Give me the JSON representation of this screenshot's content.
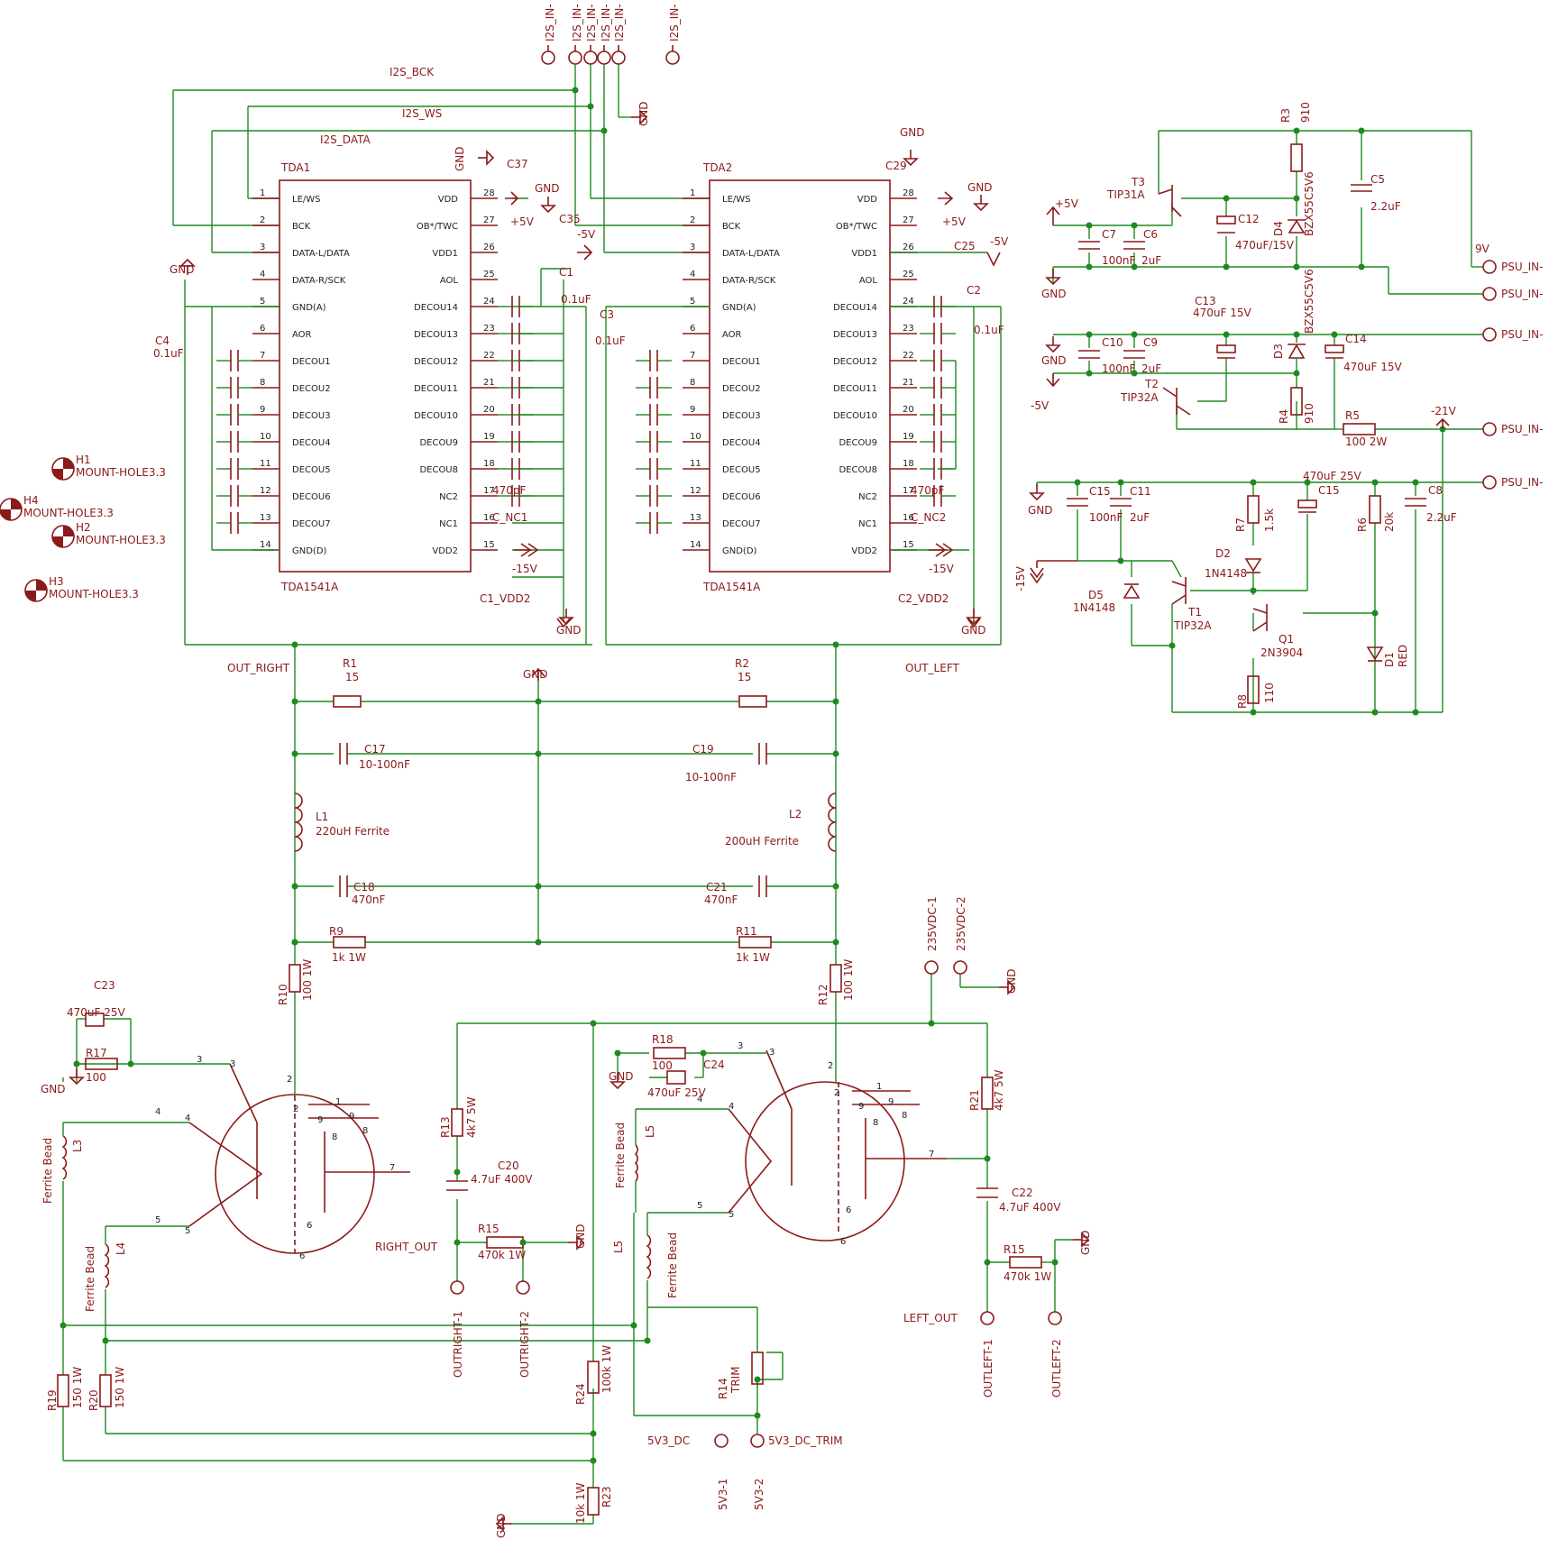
{
  "colors": {
    "symbol": "#8b1a1a",
    "wire": "#1f8a1f",
    "background": "#ffffff"
  },
  "i2s": [
    "I2S_IN-",
    "I2S_IN-",
    "I2S_IN-",
    "I2S_IN-",
    "I2S_IN-",
    "I2S_IN-"
  ],
  "nets": {
    "bck": "I2S_BCK",
    "ws": "I2S_WS",
    "data": "I2S_DATA",
    "out_right": "OUT_RIGHT",
    "out_left": "OUT_LEFT",
    "right_out": "RIGHT_OUT",
    "left_out": "LEFT_OUT"
  },
  "power": {
    "gnd": "GND",
    "p5v": "+5V",
    "m5v": "-5V",
    "m15v": "-15V",
    "m21v": "-21V",
    "v9": "9V"
  },
  "tda_pins_left": [
    "LE/WS",
    "BCK",
    "DATA-L/DATA",
    "DATA-R/SCK",
    "GND(A)",
    "AOR",
    "DECOU1",
    "DECOU2",
    "DECOU3",
    "DECOU4",
    "DECOU5",
    "DECOU6",
    "DECOU7",
    "GND(D)"
  ],
  "tda_pins_right": [
    "VDD",
    "OB*/TWC",
    "VDD1",
    "AOL",
    "DECOU14",
    "DECOU13",
    "DECOU12",
    "DECOU11",
    "DECOU10",
    "DECOU9",
    "DECOU8",
    "NC2",
    "NC1",
    "VDD2"
  ],
  "tda_pin_nums_left": [
    "1",
    "2",
    "3",
    "4",
    "5",
    "6",
    "7",
    "8",
    "9",
    "10",
    "11",
    "12",
    "13",
    "14"
  ],
  "tda_pin_nums_right": [
    "28",
    "27",
    "26",
    "25",
    "24",
    "23",
    "22",
    "21",
    "20",
    "19",
    "18",
    "17",
    "16",
    "15"
  ],
  "tda1": {
    "name": "TDA1",
    "value": "TDA1541A"
  },
  "tda2": {
    "name": "TDA2",
    "value": "TDA1541A"
  },
  "tda_caps": {
    "c37": "C37",
    "c35": "C35",
    "c1": "C1",
    "c1v": "0.1uF",
    "c3": "C3",
    "c3v": "0.1uF",
    "c4": "C4",
    "c4v": "0.1uF",
    "c1vdd2": "C1_VDD2",
    "c1nc1": "C_NC1",
    "c470p": "470pF",
    "c29": "C29",
    "c25": "C25",
    "c2": "C2",
    "c2v": "0.1uF",
    "c2vdd2": "C2_VDD2",
    "c2nc2": "C_NC2",
    "c470p2": "470pF"
  },
  "mount_holes": [
    {
      "name": "H1",
      "value": "MOUNT-HOLE3.3"
    },
    {
      "name": "H4",
      "value": "MOUNT-HOLE3.3"
    },
    {
      "name": "H2",
      "value": "MOUNT-HOLE3.3"
    },
    {
      "name": "H3",
      "value": "MOUNT-HOLE3.3"
    }
  ],
  "psu": {
    "in": [
      "PSU_IN-",
      "PSU_IN-",
      "PSU_IN-",
      "PSU_IN-",
      "PSU_IN-"
    ],
    "r3": "R3",
    "r3v": "910",
    "t3": "T3",
    "t3v": "TIP31A",
    "c5": "C5",
    "c5v": "2.2uF",
    "c12": "C12",
    "c12v": "470uF/15V",
    "d4": "D4",
    "d4v": "BZX55C5V6",
    "c7": "C7",
    "c7v": "100nF",
    "c6": "C6",
    "c6v": "2uF",
    "c13": "C13",
    "c13v": "470uF 15V",
    "d3": "D3",
    "d3v": "BZX55C5V6",
    "c10": "C10",
    "c10v": "100nF",
    "c9": "C9",
    "c9v": "2uF",
    "c14": "C14",
    "c14v": "470uF 15V",
    "t2": "T2",
    "t2v": "TIP32A",
    "r4": "R4",
    "r4v": "910",
    "r5": "R5",
    "r5v": "100 2W",
    "c15a": "C15",
    "c15av": "100nF",
    "c11": "C11",
    "c11v": "2uF",
    "c15b": "C15",
    "c15bv": "470uF 25V",
    "r7": "R7",
    "r7v": "1.5k",
    "r6": "R6",
    "r6v": "20k",
    "c8": "C8",
    "c8v": "2.2uF",
    "d2": "D2",
    "d2v": "1N4148",
    "d5": "D5",
    "d5v": "1N4148",
    "t1": "T1",
    "t1v": "TIP32A",
    "q1": "Q1",
    "q1v": "2N3904",
    "d1": "D1",
    "d1v": "RED",
    "r8": "R8",
    "r8v": "110"
  },
  "filter": {
    "r1": "R1",
    "r1v": "15",
    "r2": "R2",
    "r2v": "15",
    "c17": "C17",
    "c17v": "10-100nF",
    "c19": "C19",
    "c19v": "10-100nF",
    "l1": "L1",
    "l1v": "220uH Ferrite",
    "l2": "L2",
    "l2v": "200uH Ferrite",
    "c18": "C18",
    "c18v": "470nF",
    "c21": "C21",
    "c21v": "470nF",
    "r9": "R9",
    "r9v": "1k 1W",
    "r11": "R11",
    "r11v": "1k 1W"
  },
  "tubes": {
    "r10": "R10",
    "r10v": "100 1W",
    "r12": "R12",
    "r12v": "100 1W",
    "c23": "C23",
    "c23v": "470uF 25V",
    "r17": "R17",
    "r17v": "100",
    "r18": "R18",
    "r18v": "100",
    "c24": "C24",
    "c24v": "470uF 25V",
    "r13": "R13",
    "r13v": "4k7 5W",
    "r21": "R21",
    "r21v": "4k7 5W",
    "c20": "C20",
    "c20v": "4.7uF 400V",
    "c22": "C22",
    "c22v": "4.7uF 400V",
    "r15a": "R15",
    "r15av": "470k 1W",
    "r15b": "R15",
    "r15bv": "470k 1W",
    "l3": "L3",
    "l4": "L4",
    "l5a": "L5",
    "l5b": "L5",
    "ferrite": "Ferrite Bead",
    "r19": "R19",
    "r19v": "150 1W",
    "r20": "R20",
    "r20v": "150 1W",
    "r24": "R24",
    "r24v": "100k 1W",
    "r23": "R23",
    "r23v": "10k 1W",
    "r14": "R14",
    "r14v": "TRIM",
    "v235a": "235VDC-1",
    "v235b": "235VDC-2",
    "outr1": "OUTRIGHT-1",
    "outr2": "OUTRIGHT-2",
    "outl1": "OUTLEFT-1",
    "outl2": "OUTLEFT-2",
    "v5dc": "5V3_DC",
    "v5trim": "5V3_DC_TRIM",
    "v531": "5V3-1",
    "v532": "5V3-2"
  }
}
